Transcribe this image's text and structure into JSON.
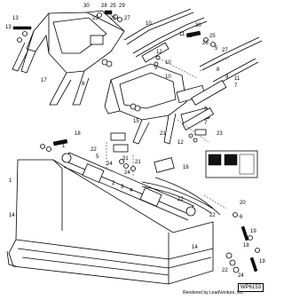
{
  "labels": {
    "l1": "13",
    "l2": "30",
    "l3": "28",
    "l4": "25",
    "l5": "29",
    "l6": "13",
    "l7": "25",
    "l8": "26",
    "l9": "27",
    "l10": "10",
    "l11": "30",
    "l12": "28",
    "l13": "25",
    "l14": "26",
    "l15": "11",
    "l16": "5",
    "l17": "27",
    "l18": "12",
    "l19": "8",
    "l20": "17",
    "l21": "9",
    "l22": "10",
    "l23": "10",
    "l24": "8",
    "l25": "9",
    "l26": "11",
    "l27": "7",
    "l28": "15",
    "l29": "21",
    "l30": "6",
    "l31": "7",
    "l32": "12",
    "l33": "23",
    "l34": "31",
    "l35": "18",
    "l36": "22",
    "l37": "5",
    "l38": "24",
    "l39": "21",
    "l40": "16",
    "l41": "24",
    "l42": "22",
    "l43": "20",
    "l44": "22",
    "l45": "1",
    "l46": "14",
    "l47": "2",
    "l48": "3",
    "l49": "4",
    "l50": "19",
    "l51": "18",
    "l52": "19",
    "l53": "24",
    "l54": "22",
    "l55": "1",
    "l56": "6",
    "l57": "14"
  },
  "credit": "Rendered by LeadVenture, Inc.",
  "figure_id": "WP6153"
}
